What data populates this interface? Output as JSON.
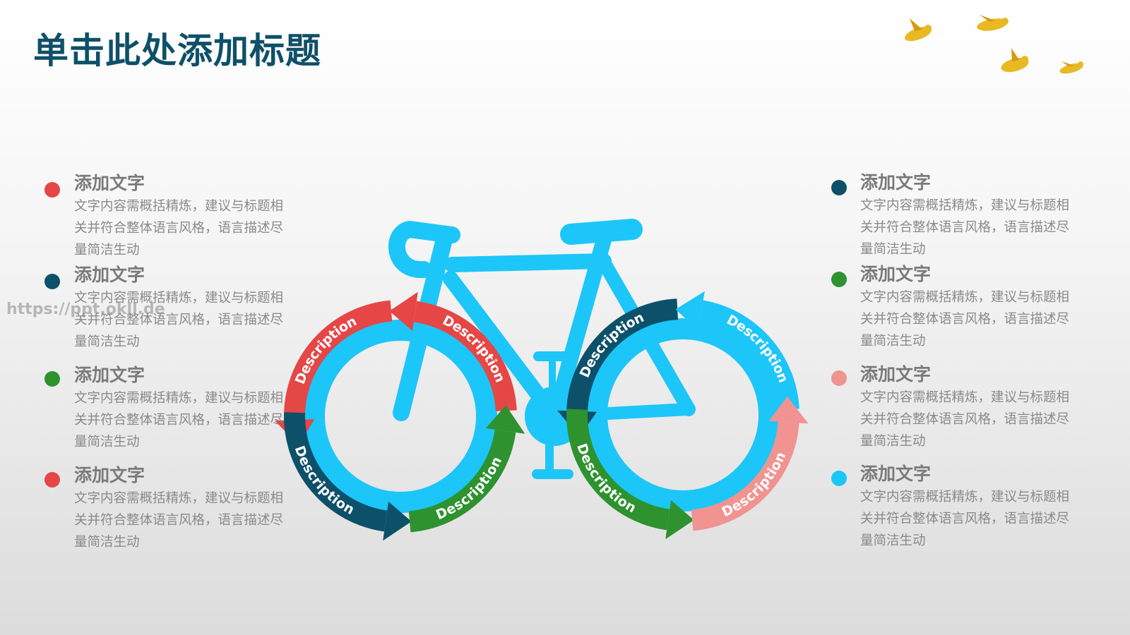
{
  "title": "单击此处添加标题",
  "watermark": "https://ppt.okll.de",
  "colors": {
    "bike": "#1cc6f8",
    "red": "#e54646",
    "navy": "#0d506a",
    "green": "#2e922f",
    "pink": "#f09391",
    "title": "#0e5068",
    "bird": "#e8b923"
  },
  "left_items": [
    {
      "dot_color": "#e54646",
      "heading": "添加文字",
      "body": "文字内容需概括精炼，建议与标题相关并符合整体语言风格，语言描述尽量简洁生动"
    },
    {
      "dot_color": "#0d506a",
      "heading": "添加文字",
      "body": "文字内容需概括精炼，建议与标题相关并符合整体语言风格，语言描述尽量简洁生动"
    },
    {
      "dot_color": "#2e922f",
      "heading": "添加文字",
      "body": "文字内容需概括精炼，建议与标题相关并符合整体语言风格，语言描述尽量简洁生动"
    },
    {
      "dot_color": "#e54646",
      "heading": "添加文字",
      "body": "文字内容需概括精炼，建议与标题相关并符合整体语言风格，语言描述尽量简洁生动"
    }
  ],
  "right_items": [
    {
      "dot_color": "#0d506a",
      "heading": "添加文字",
      "body": "文字内容需概括精炼，建议与标题相关并符合整体语言风格，语言描述尽量简洁生动"
    },
    {
      "dot_color": "#2e922f",
      "heading": "添加文字",
      "body": "文字内容需概括精炼，建议与标题相关并符合整体语言风格，语言描述尽量简洁生动"
    },
    {
      "dot_color": "#f09391",
      "heading": "添加文字",
      "body": "文字内容需概括精炼，建议与标题相关并符合整体语言风格，语言描述尽量简洁生动"
    },
    {
      "dot_color": "#1cc6f8",
      "heading": "添加文字",
      "body": "文字内容需概括精炼，建议与标题相关并符合整体语言风格，语言描述尽量简洁生动"
    }
  ],
  "arrows": [
    {
      "label": "Description",
      "color": "#e54646"
    },
    {
      "label": "Description",
      "color": "#e54646"
    },
    {
      "label": "Description",
      "color": "#0d506a"
    },
    {
      "label": "Description",
      "color": "#2e922f"
    },
    {
      "label": "Description",
      "color": "#0d506a"
    },
    {
      "label": "Description",
      "color": "#1cc6f8"
    },
    {
      "label": "Description",
      "color": "#2e922f"
    },
    {
      "label": "Description",
      "color": "#f09391"
    }
  ]
}
